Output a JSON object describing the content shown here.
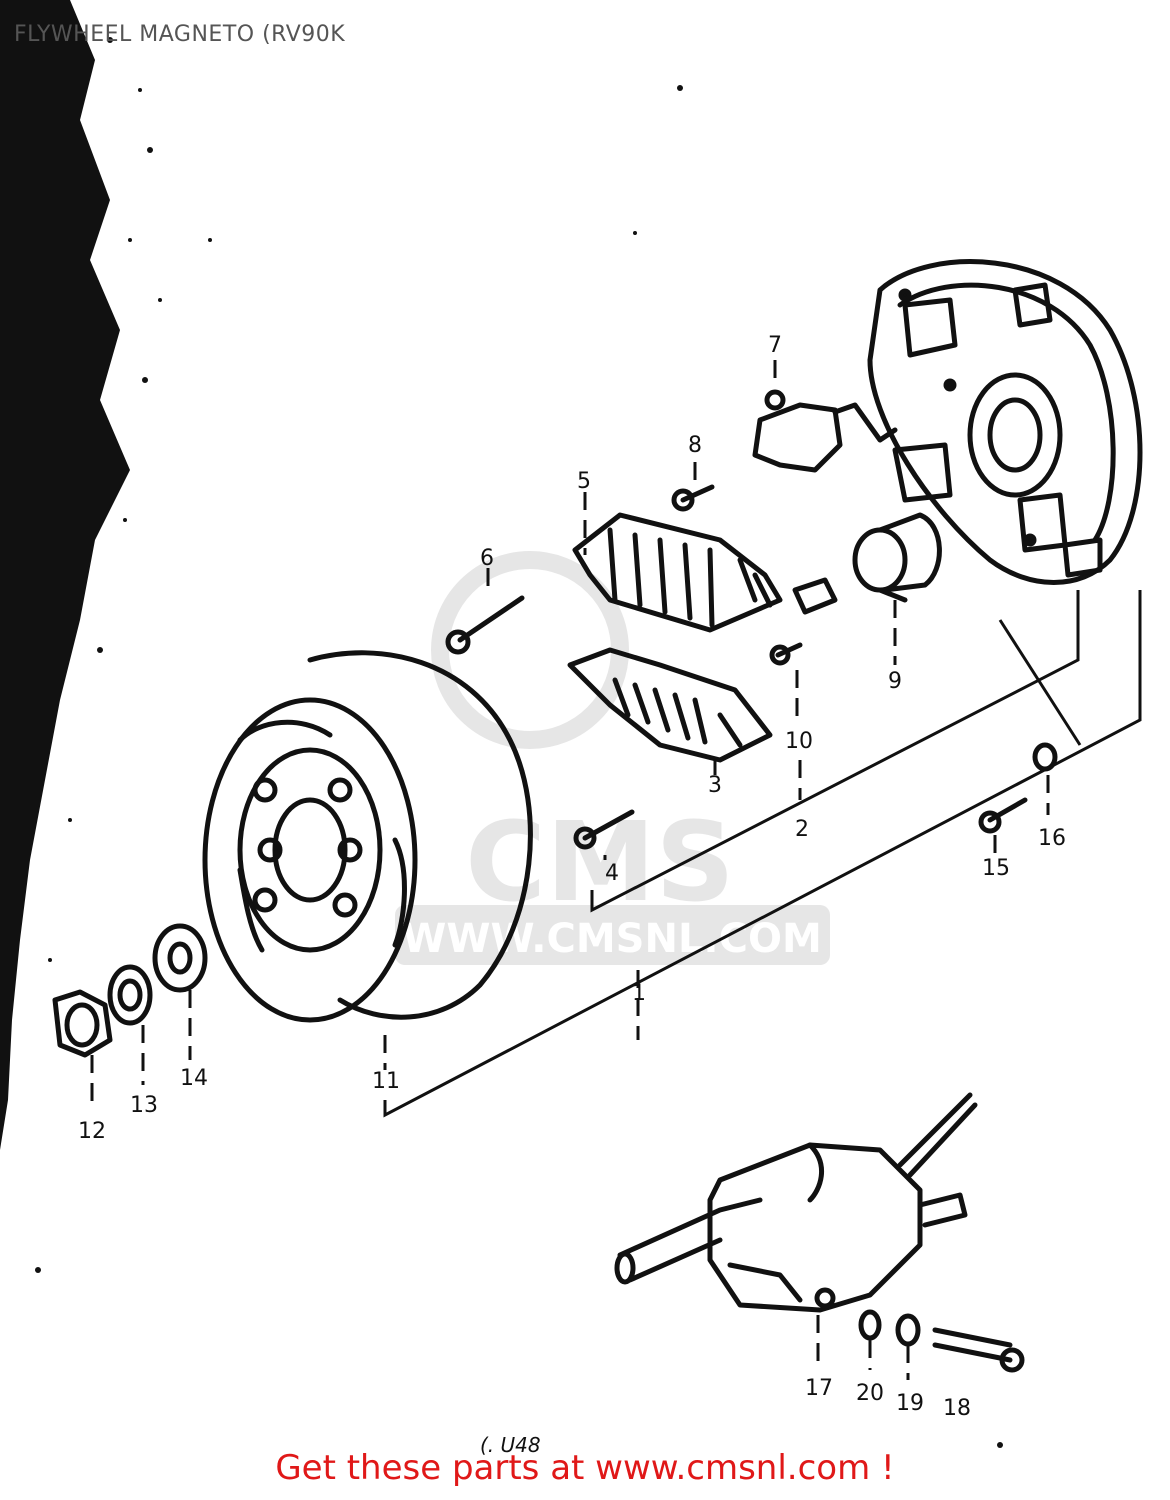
{
  "title": "FLYWHEEL MAGNETO (RV90K",
  "footer": "Get these parts at www.cmsnl.com !",
  "watermark": {
    "brand": "CMS",
    "url": "WWW.CMSNL.COM"
  },
  "bottom_note": "(. U48",
  "callouts": [
    "1",
    "2",
    "3",
    "4",
    "5",
    "6",
    "7",
    "8",
    "9",
    "10",
    "11",
    "12",
    "13",
    "14",
    "15",
    "16",
    "17",
    "18",
    "19",
    "20"
  ],
  "colors": {
    "ink": "#111111",
    "footer": "#e01818",
    "title": "#555555",
    "watermark": "#e6e6e6"
  }
}
